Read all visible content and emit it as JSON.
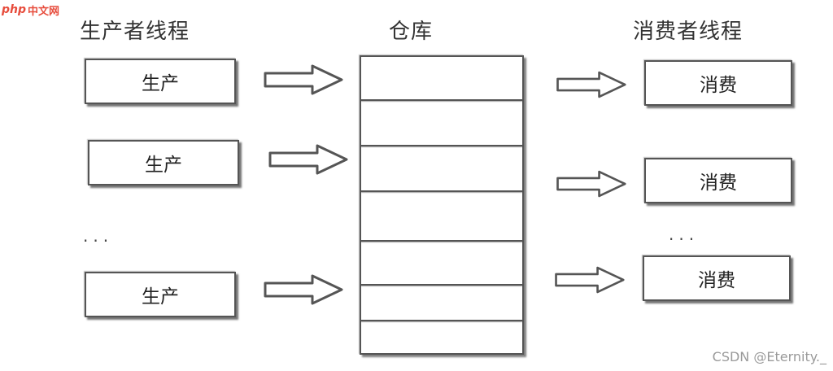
{
  "logo": {
    "php": "php",
    "cn": "中文网"
  },
  "producers": {
    "title": "生产者线程",
    "items": [
      "生产",
      "生产",
      "生产"
    ],
    "ellipsis": "..."
  },
  "warehouse": {
    "title": "仓库",
    "slot_count": 7
  },
  "consumers": {
    "title": "消费者线程",
    "items": [
      "消费",
      "消费",
      "消费"
    ],
    "ellipsis": "..."
  },
  "watermark": "CSDN @Eternity._",
  "colors": {
    "border": "#555555",
    "arrow_fill": "#ffffff",
    "watermark": "#9a9a9a"
  }
}
